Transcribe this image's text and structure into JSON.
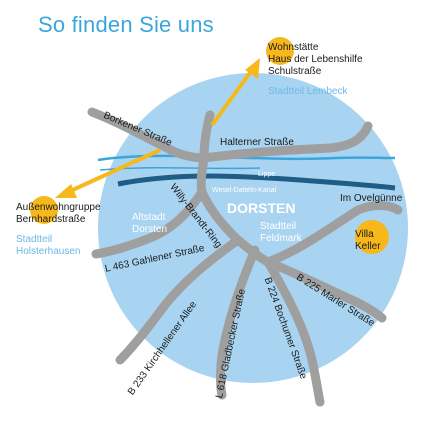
{
  "title": "So finden Sie uns",
  "colors": {
    "title": "#3aa6dc",
    "circle": "#a9d4f1",
    "road": "#a09f9f",
    "river": "#3aa6dc",
    "canal": "#1f5d86",
    "marker": "#f6b81a",
    "district_text": "#6cb8e6"
  },
  "locations": {
    "lebenshilfe": {
      "line1": "Wohnstätte",
      "line2": "Haus der Lebenshilfe",
      "line3": "Schulstraße",
      "district": "Stadtteil Lembeck"
    },
    "aussenwohngruppe": {
      "line1": "Außenwohngruppe",
      "line2": "Bernhardstraße",
      "district_line1": "Stadtteil",
      "district_line2": "Holsterhausen"
    },
    "villa": {
      "line1": "Villa",
      "line2": "Keller"
    }
  },
  "city": {
    "name": "DORSTEN",
    "altstadt_1": "Altstadt",
    "altstadt_2": "Dorsten",
    "feldmark_1": "Stadtteil",
    "feldmark_2": "Feldmark",
    "river": "Lippe",
    "canal": "Wesel-Datteln-Kanal"
  },
  "roads": {
    "borkener": "Borkener Straße",
    "halterner": "Halterner Straße",
    "ovelguenne": "Im Ovelgünne",
    "willy": "Willy-Brandt-Ring",
    "gahlener": "L 463 Gahlener Straße",
    "kirchhellener": "B 233 Kirchhellener Allee",
    "gladbecker": "L 618 Gladbecker Straße",
    "bochumer": "B 224 Bochumer Straße",
    "marler": "B 225 Marler Straße"
  }
}
